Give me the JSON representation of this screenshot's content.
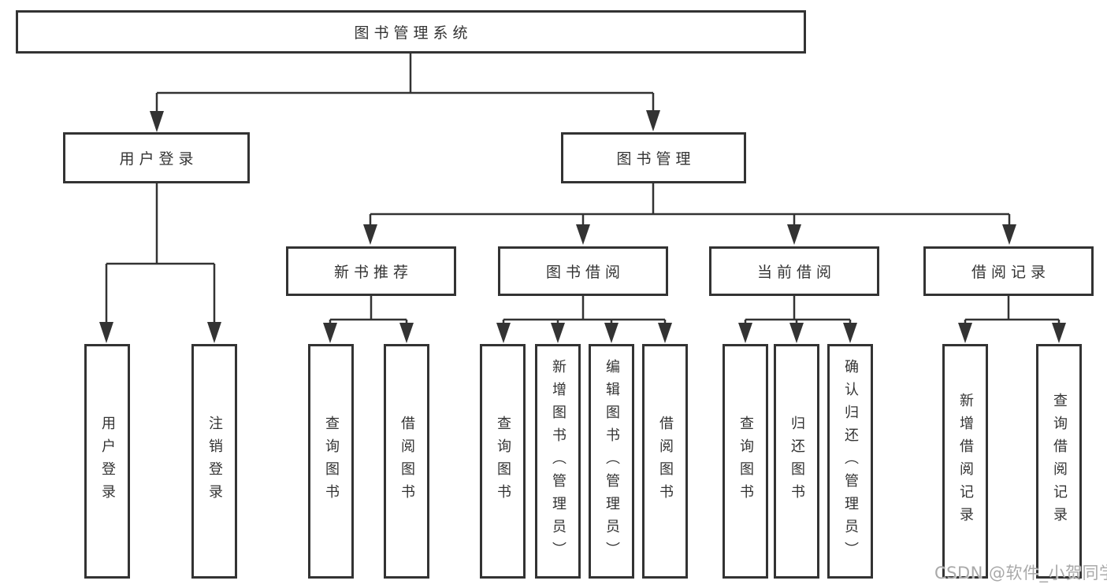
{
  "diagram": {
    "type": "tree",
    "title": "图书管理系统"
  },
  "tree": {
    "label": "图书管理系统",
    "children": [
      {
        "label": "用户登录",
        "children": [
          {
            "label": "用户登录"
          },
          {
            "label": "注销登录"
          }
        ]
      },
      {
        "label": "图书管理",
        "children": [
          {
            "label": "新书推荐",
            "children": [
              {
                "label": "查询图书"
              },
              {
                "label": "借阅图书"
              }
            ]
          },
          {
            "label": "图书借阅",
            "children": [
              {
                "label": "查询图书"
              },
              {
                "label": "新增图书（管理员）"
              },
              {
                "label": "编辑图书（管理员）"
              },
              {
                "label": "借阅图书"
              }
            ]
          },
          {
            "label": "当前借阅",
            "children": [
              {
                "label": "查询图书"
              },
              {
                "label": "归还图书"
              },
              {
                "label": "确认归还（管理员）"
              }
            ]
          },
          {
            "label": "借阅记录",
            "children": [
              {
                "label": "新增借阅记录"
              },
              {
                "label": "查询借阅记录"
              }
            ]
          }
        ]
      }
    ]
  },
  "watermark": "CSDN @软件_小贺同学",
  "colors": {
    "line": "#333333",
    "box_border": "#333333",
    "text": "#333333",
    "background": "#ffffff",
    "watermark": "#a9a9a9"
  }
}
